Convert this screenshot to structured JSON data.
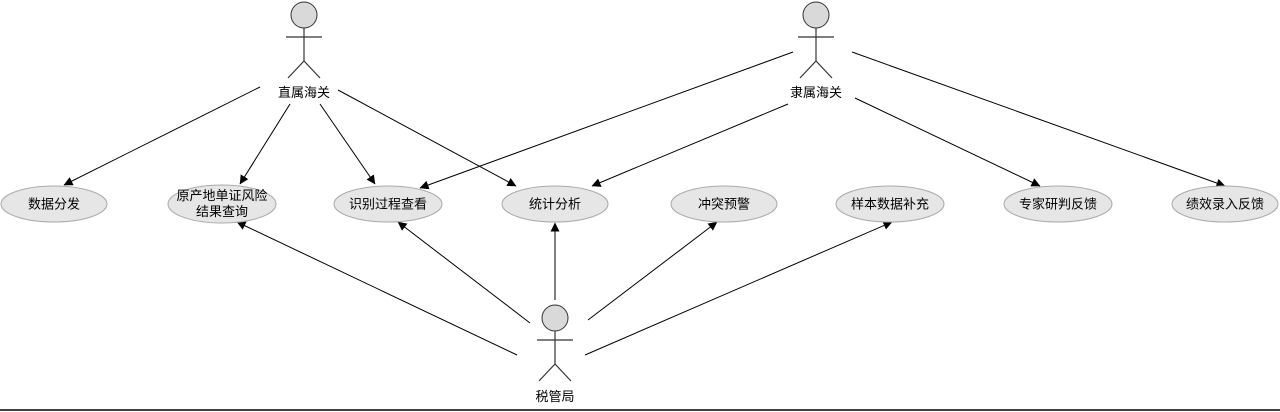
{
  "actors": {
    "direct_customs": "直属海关",
    "subordinate_customs": "隶属海关",
    "tax_bureau": "税管局"
  },
  "use_cases": {
    "data_distribution": "数据分发",
    "origin_risk_query_line1": "原产地单证风险",
    "origin_risk_query_line2": "结果查询",
    "identification_process_view": "识别过程查看",
    "statistical_analysis": "统计分析",
    "conflict_warning": "冲突预警",
    "sample_data_supplement": "样本数据补充",
    "expert_review_feedback": "专家研判反馈",
    "performance_entry_feedback": "绩效录入反馈"
  },
  "colors": {
    "actor_fill": "#d9d9d9",
    "usecase_fill": "#e6e6e6",
    "line": "#000000"
  }
}
